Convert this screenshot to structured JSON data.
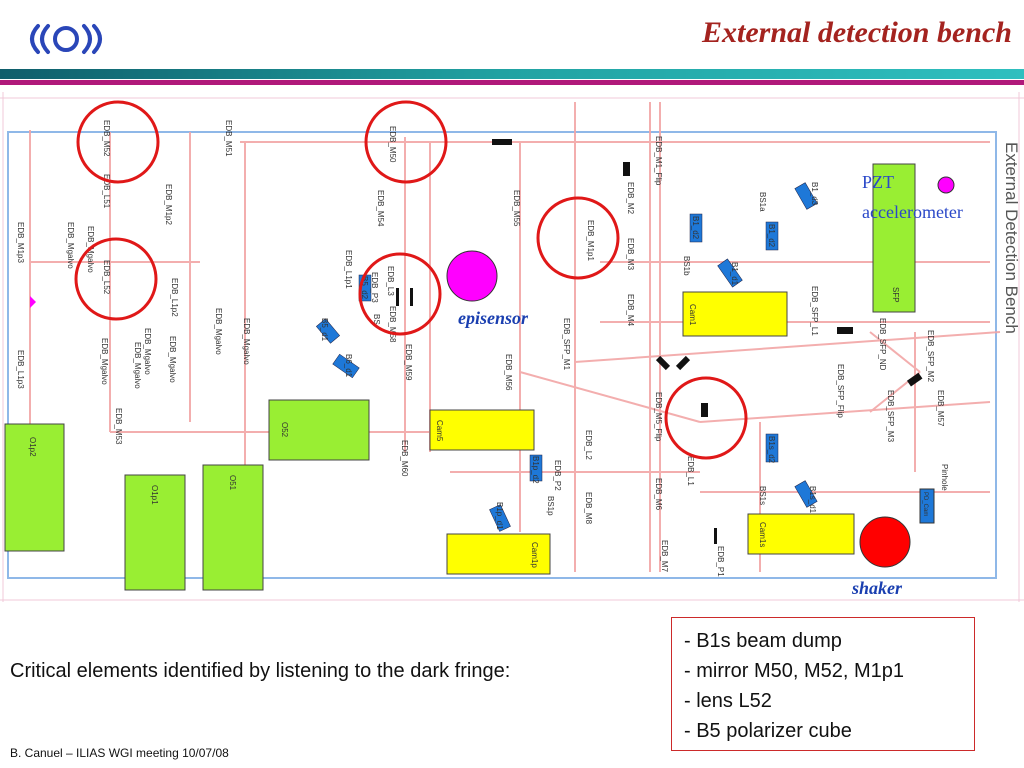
{
  "header": {
    "title": "External detection bench"
  },
  "diagram": {
    "side_label": "External Detection Bench",
    "annotations": {
      "episensor": "episensor",
      "pzt": "PZT",
      "accelerometer": "accelerometer",
      "shaker": "shaker"
    },
    "components": {
      "o1p2": "O1p2",
      "o1p1": "O1p1",
      "o51": "O51",
      "o52": "O52",
      "cam1": "Cam1",
      "cam5": "Cam5",
      "cam1p": "Cam1p",
      "cam1s": "Cam1s",
      "sfp": "SFP",
      "pd_cam": "PD_Cam"
    },
    "optics": {
      "m52": "EDB_M52",
      "l51": "EDB_L51",
      "l52": "EDB_L52",
      "m1p3": "EDB_M1p3",
      "mgalvo1": "EDB_Mgalvo",
      "m1p2": "EDB_M1p2",
      "l1p2": "EDB_L1p2",
      "mgalvo2": "EDB_Mgalvo",
      "mgalvo3": "EDB_Mgalvo",
      "mgalvo4": "EDB_Mgalvo",
      "mgalvo5": "EDB_Mgalvo",
      "mgalvo6": "EDB_Mgalvo",
      "l1p3": "EDB_L1p3",
      "m53": "EDB_M53",
      "m51": "EDB_M51",
      "m50": "EDB_M50",
      "m54": "EDB_M54",
      "l1p1": "EDB_L1p1",
      "p3": "EDB_P3",
      "l3": "EDB_L3",
      "m58": "EDB_M58",
      "m59": "EDB_M59",
      "m55": "EDB_M55",
      "m56": "EDB_M56",
      "m60": "EDB_M60",
      "m1p1": "EDB_M1p1",
      "sfp_m1": "EDB_SFP_M1",
      "l2": "EDB_L2",
      "p2": "EDB_P2",
      "m8": "EDB_M8",
      "m1_flip": "EDB_M1_Flip",
      "m2": "EDB_M2",
      "m3": "EDB_M3",
      "m4": "EDB_M4",
      "m5_flip": "EDB_M5_Flip",
      "l1": "EDB_L1",
      "m6": "EDB_M6",
      "m7": "EDB_M7",
      "p1": "EDB_P1",
      "sfp_l1": "EDB_SFP_L1",
      "sfp_flip": "EDB_SFP_Flip",
      "sfp_nd": "EDB_SFP_ND",
      "sfp_m2": "EDB_SFP_M2",
      "sfp_m3": "EDB_SFP_M3",
      "m57": "EDB_M57",
      "pinhole": "Pinhole",
      "b1_d3": "B1_d3",
      "bs1a": "BS1a",
      "b1_d2": "B1_d2",
      "b1_d1": "B1_d1",
      "bs1b": "BS1b",
      "b1_d1b": "B1_d1",
      "b5_d1": "B5_d1",
      "b6_d1": "B6_d1",
      "b5_d2": "B5_d2",
      "bs_a": "BS",
      "b1p_d2": "B1p_d2",
      "bs1p": "BS1p",
      "b1p_d1": "B1p_d1",
      "b1s_d2": "B1s_d2",
      "bs1s": "BS1s",
      "b1s_d1": "B1s_d1"
    }
  },
  "caption": "Critical elements identified by listening to the dark fringe:",
  "critical_elements": [
    "- B1s beam dump",
    "- mirror M50, M52, M1p1",
    "- lens L52",
    "- B5 polarizer cube"
  ],
  "footer": "B. Canuel – ILIAS WGI meeting 10/07/08",
  "colors": {
    "title": "#a4231f",
    "camera_yellow": "#ffff00",
    "optic_green": "#99ee33",
    "beam_dump_blue": "#1e78d8",
    "circle_red": "#e01818",
    "episensor_magenta": "#ff00ff",
    "shaker_red": "#ff0000"
  }
}
